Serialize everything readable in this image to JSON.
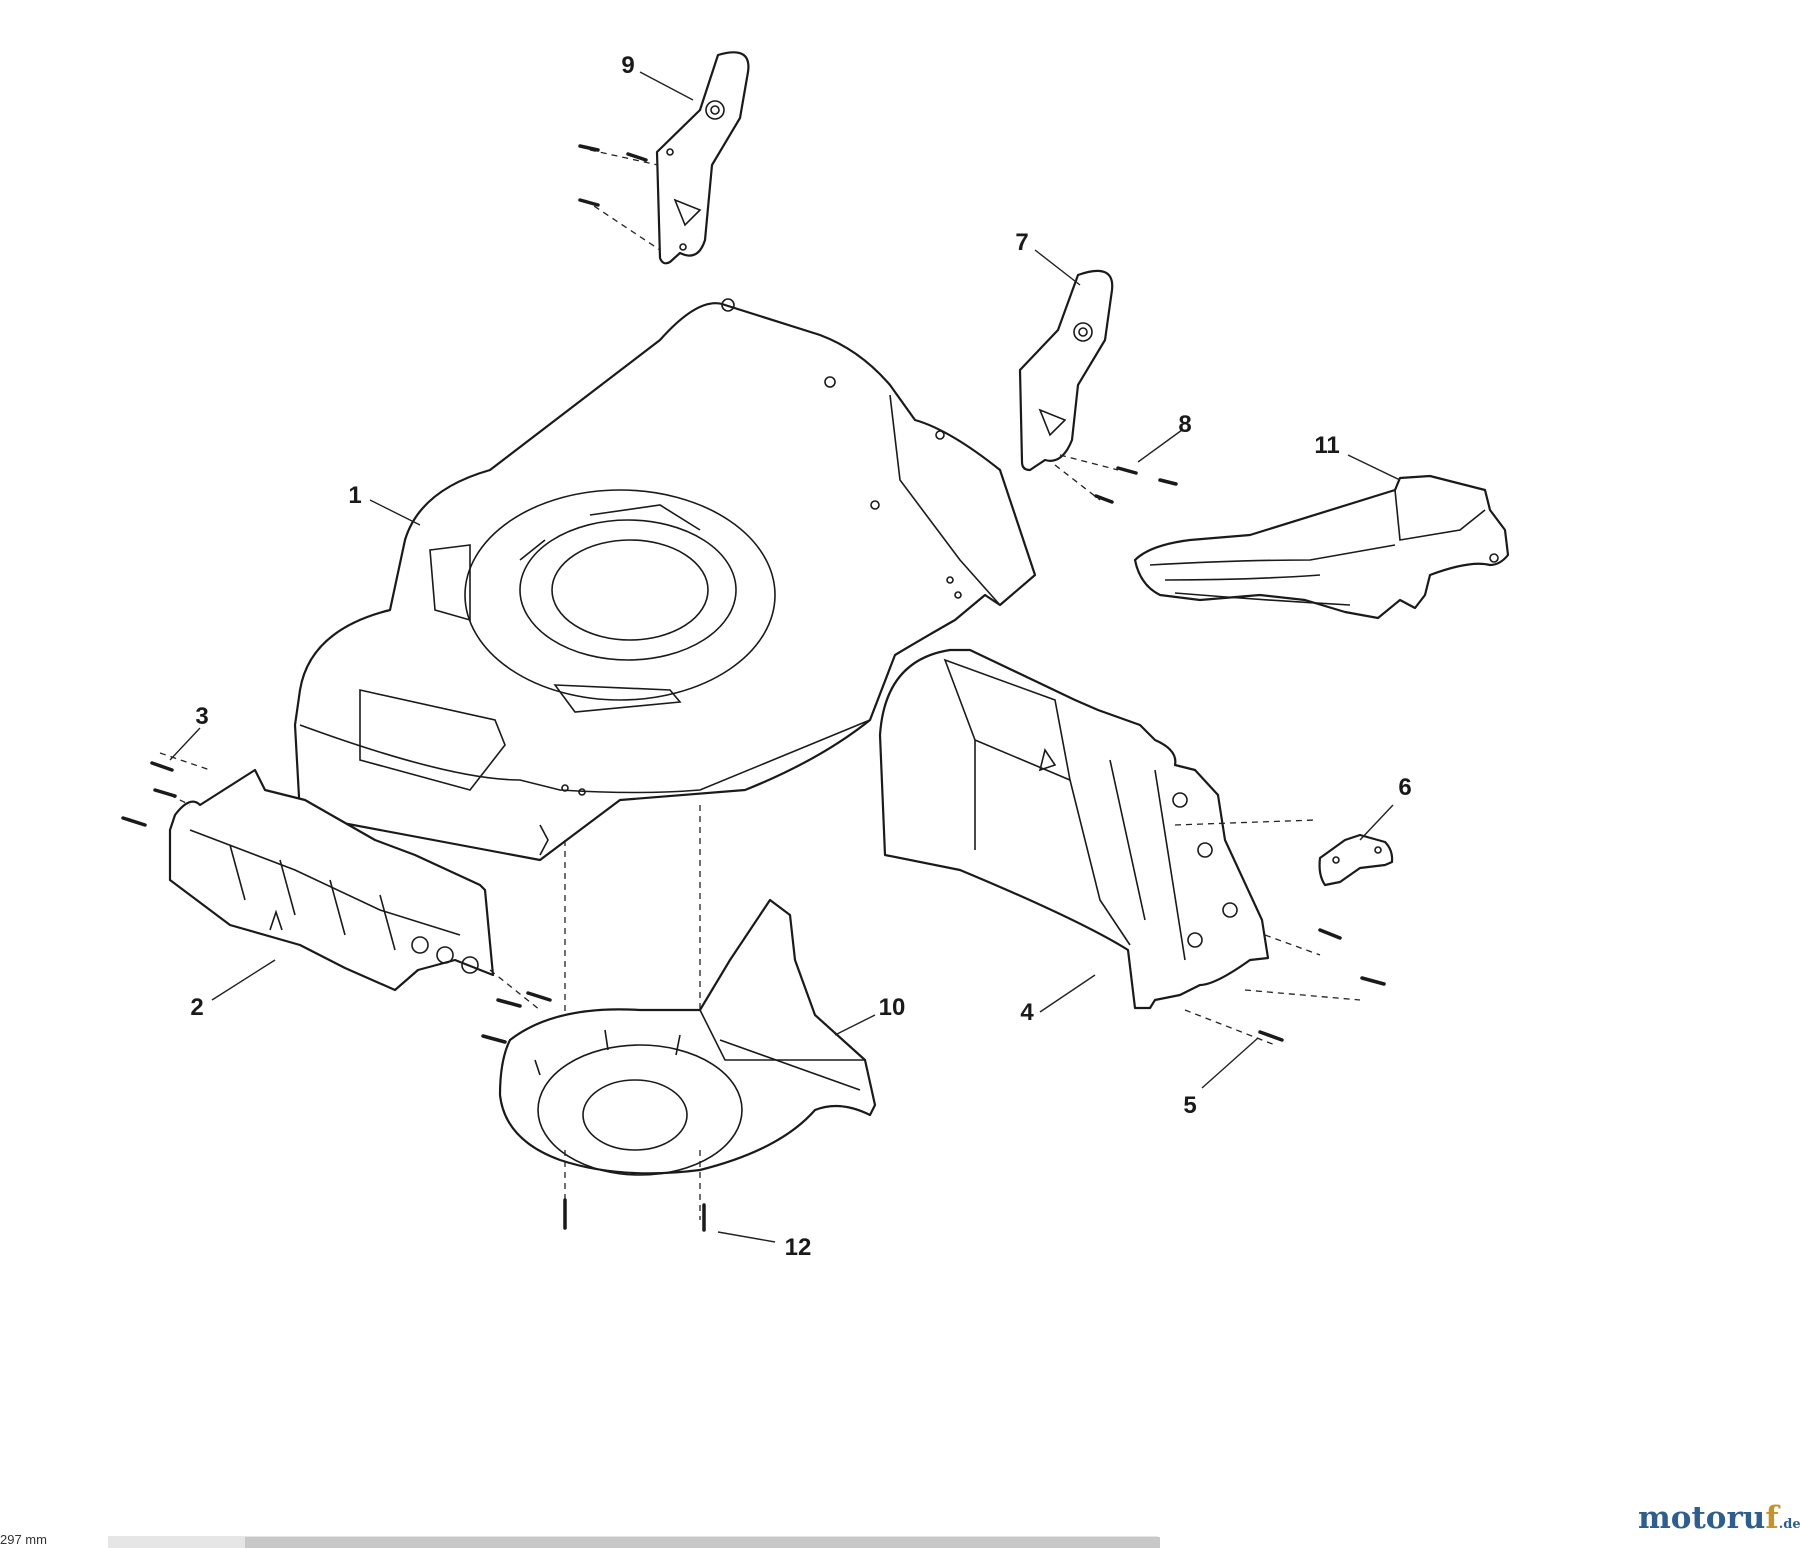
{
  "callouts": [
    "1",
    "2",
    "3",
    "4",
    "5",
    "6",
    "7",
    "8",
    "9",
    "10",
    "11",
    "12"
  ],
  "status": {
    "text": "297 mm",
    "arrow": "‹"
  },
  "brand": {
    "main": "motoru",
    "accent": "f",
    "suffix": ".de"
  },
  "colors": {
    "line": "#1a1a1a",
    "logo_blue": "#2f5e8e",
    "logo_gold": "#c6922c",
    "scroll_thumb": "#c8c8c8"
  }
}
